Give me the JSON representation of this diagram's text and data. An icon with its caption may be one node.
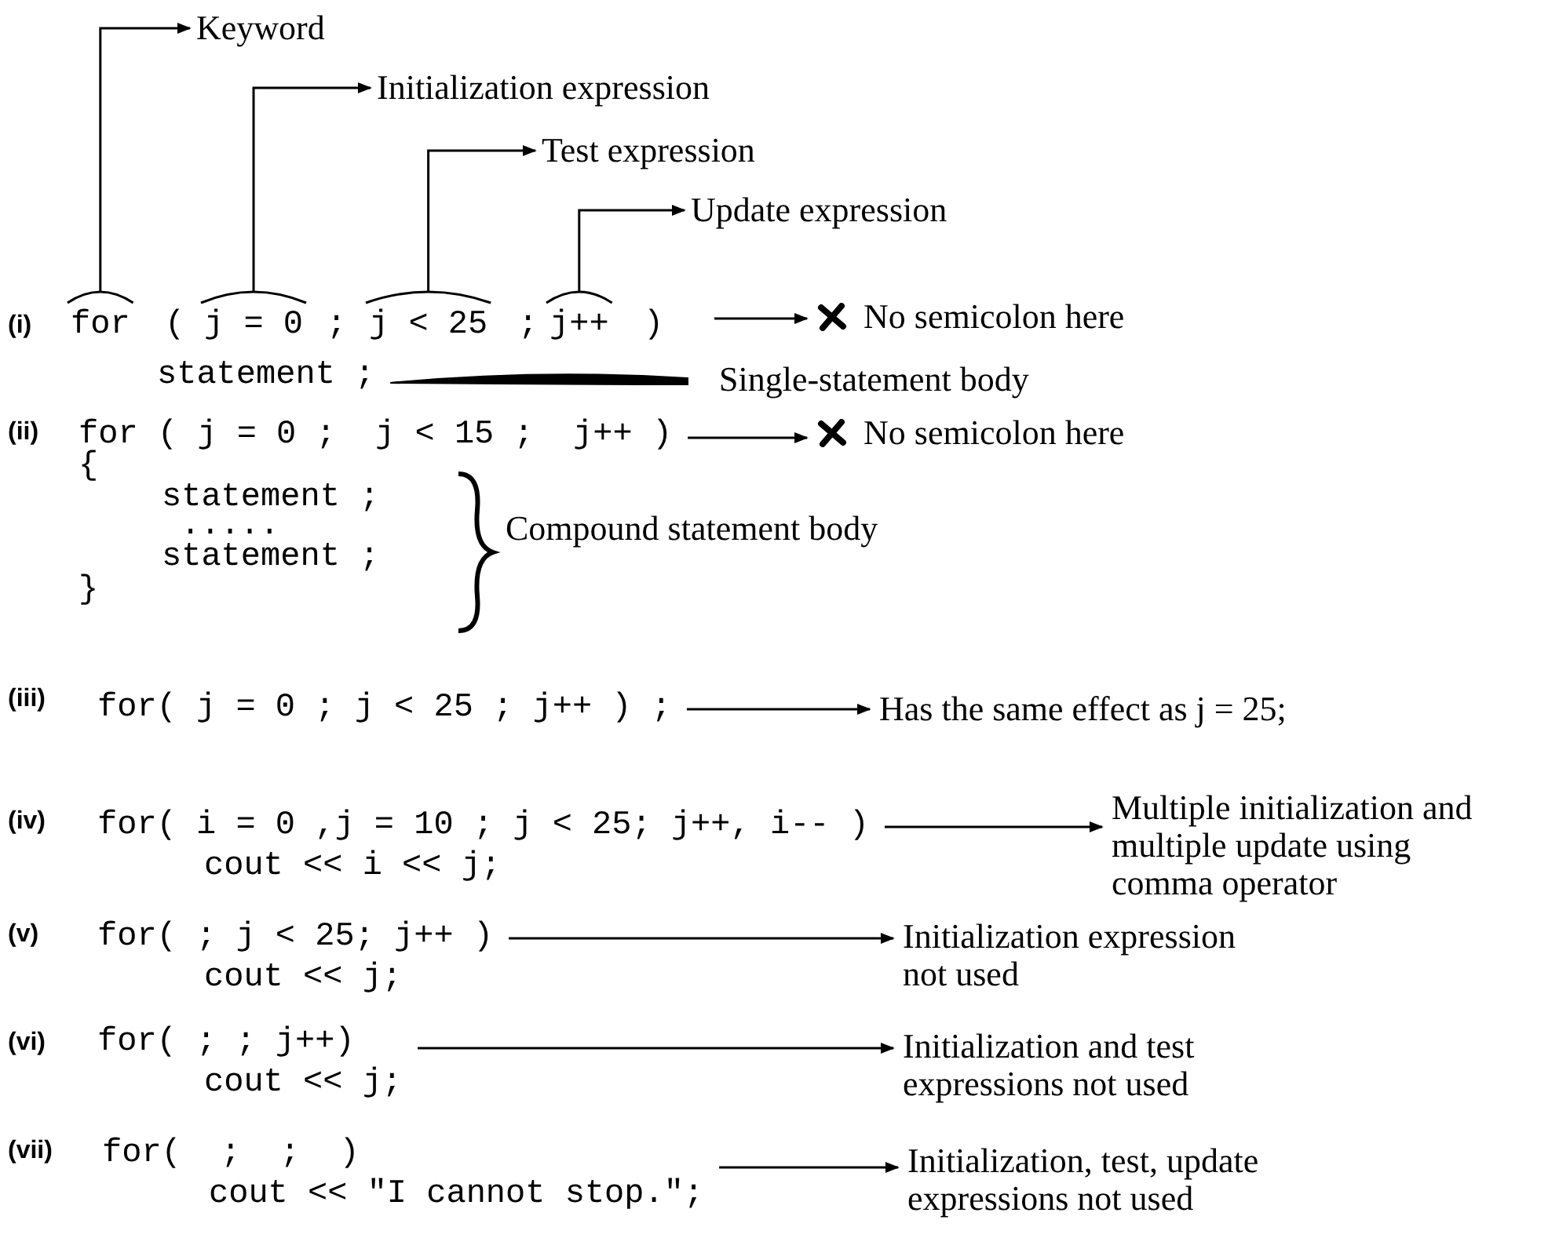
{
  "diagram": {
    "nodes": [
      {
        "text": [
          "Keyword"
        ]
      },
      {
        "text": [
          "Initialization expression"
        ]
      },
      {
        "text": [
          "Test expression"
        ]
      },
      {
        "text": [
          "Update expression"
        ]
      },
      {
        "text": [
          "for"
        ]
      },
      {
        "text": [
          "j = 0"
        ]
      },
      {
        "text": [
          "j < 25"
        ]
      },
      {
        "text": [
          "j++"
        ]
      },
      {
        "text": [
          "No semicolon here"
        ]
      },
      {
        "text": [
          "statement ;"
        ]
      },
      {
        "text": [
          "Single-statement body"
        ]
      },
      {
        "text": [
          "for ( j = 0 ;  j < 15 ;  j++ )"
        ]
      },
      {
        "text": [
          "No semicolon here"
        ]
      },
      {
        "text": [
          "for( j = 0 ; j < 25 ; j++ ) ;"
        ]
      },
      {
        "text": [
          "Has the same effect as j = 25;"
        ]
      },
      {
        "text": [
          "for( i = 0 ,j = 10 ; j < 25; j++, i-- )",
          "cout << i << j;"
        ]
      },
      {
        "text": [
          "Multiple initialization and multiple update using comma operator"
        ]
      },
      {
        "text": [
          "for( ; j < 25; j++ )",
          "cout << j;"
        ]
      },
      {
        "text": [
          "Initialization expression not used"
        ]
      },
      {
        "text": [
          "for( ; ; j++)",
          "cout << j;"
        ]
      },
      {
        "text": [
          "Initialization and test expressions not used"
        ]
      },
      {
        "text": [
          "for(  ;  ;  )",
          "cout << \"I cannot stop.\";"
        ]
      },
      {
        "text": [
          "Initialization, test, update expressions not used"
        ]
      }
    ],
    "edges": [
      {
        "from": 4,
        "to": 0,
        "arrow": "to"
      },
      {
        "from": 5,
        "to": 1,
        "arrow": "to"
      },
      {
        "from": 6,
        "to": 2,
        "arrow": "to"
      },
      {
        "from": 7,
        "to": 3,
        "arrow": "to"
      },
      {
        "from": null,
        "to": 8,
        "arrow": "to"
      },
      {
        "from": 9,
        "to": 10,
        "arrow": "none",
        "style": "thick"
      },
      {
        "from": 11,
        "to": 12,
        "arrow": "to"
      },
      {
        "from": 13,
        "to": 14,
        "arrow": "to"
      },
      {
        "from": 15,
        "to": 16,
        "arrow": "to"
      },
      {
        "from": 17,
        "to": 18,
        "arrow": "to"
      },
      {
        "from": 19,
        "to": 20,
        "arrow": "to"
      },
      {
        "from": 21,
        "to": 22,
        "arrow": "to"
      }
    ],
    "labels": [
      "(i)",
      "(",
      ";",
      ";",
      ")",
      "(ii)",
      "{",
      "statement ;",
      ".....",
      "statement ;",
      "}",
      "Compound statement body",
      "(iii)",
      "(iv)",
      "(v)",
      "(vi)",
      "(vii)"
    ]
  }
}
